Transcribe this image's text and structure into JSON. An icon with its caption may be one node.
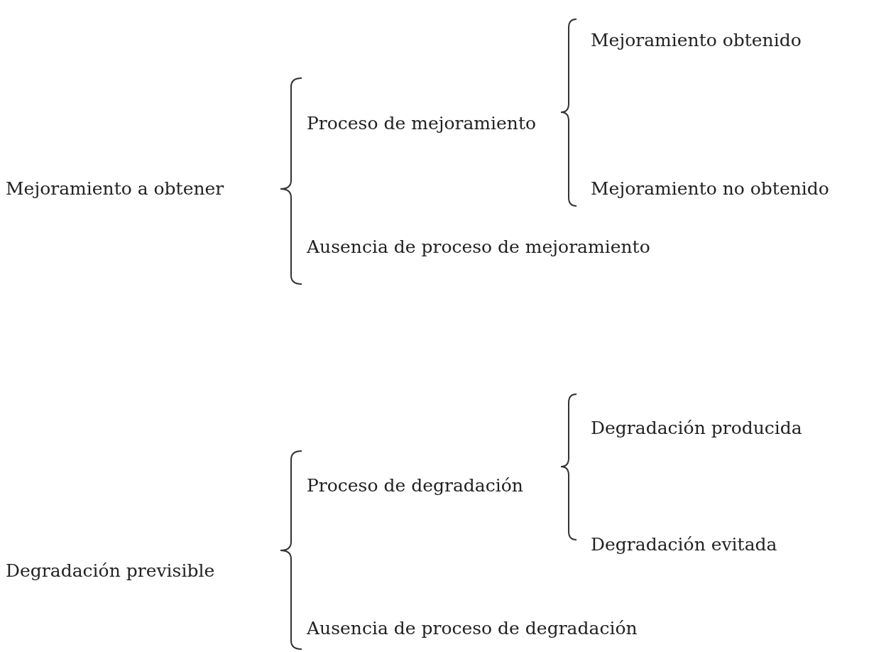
{
  "diagram": {
    "labels": [
      "Mejoramiento obtenido",
      "Proceso de mejoramiento",
      "Mejoramiento a obtener",
      "Mejoramiento no obtenido",
      "Ausencia de proceso de mejoramiento",
      "Degradación producida",
      "Proceso de degradación",
      "Degradación evitada",
      "Degradación previsible",
      "Ausencia de proceso de degradación"
    ]
  }
}
